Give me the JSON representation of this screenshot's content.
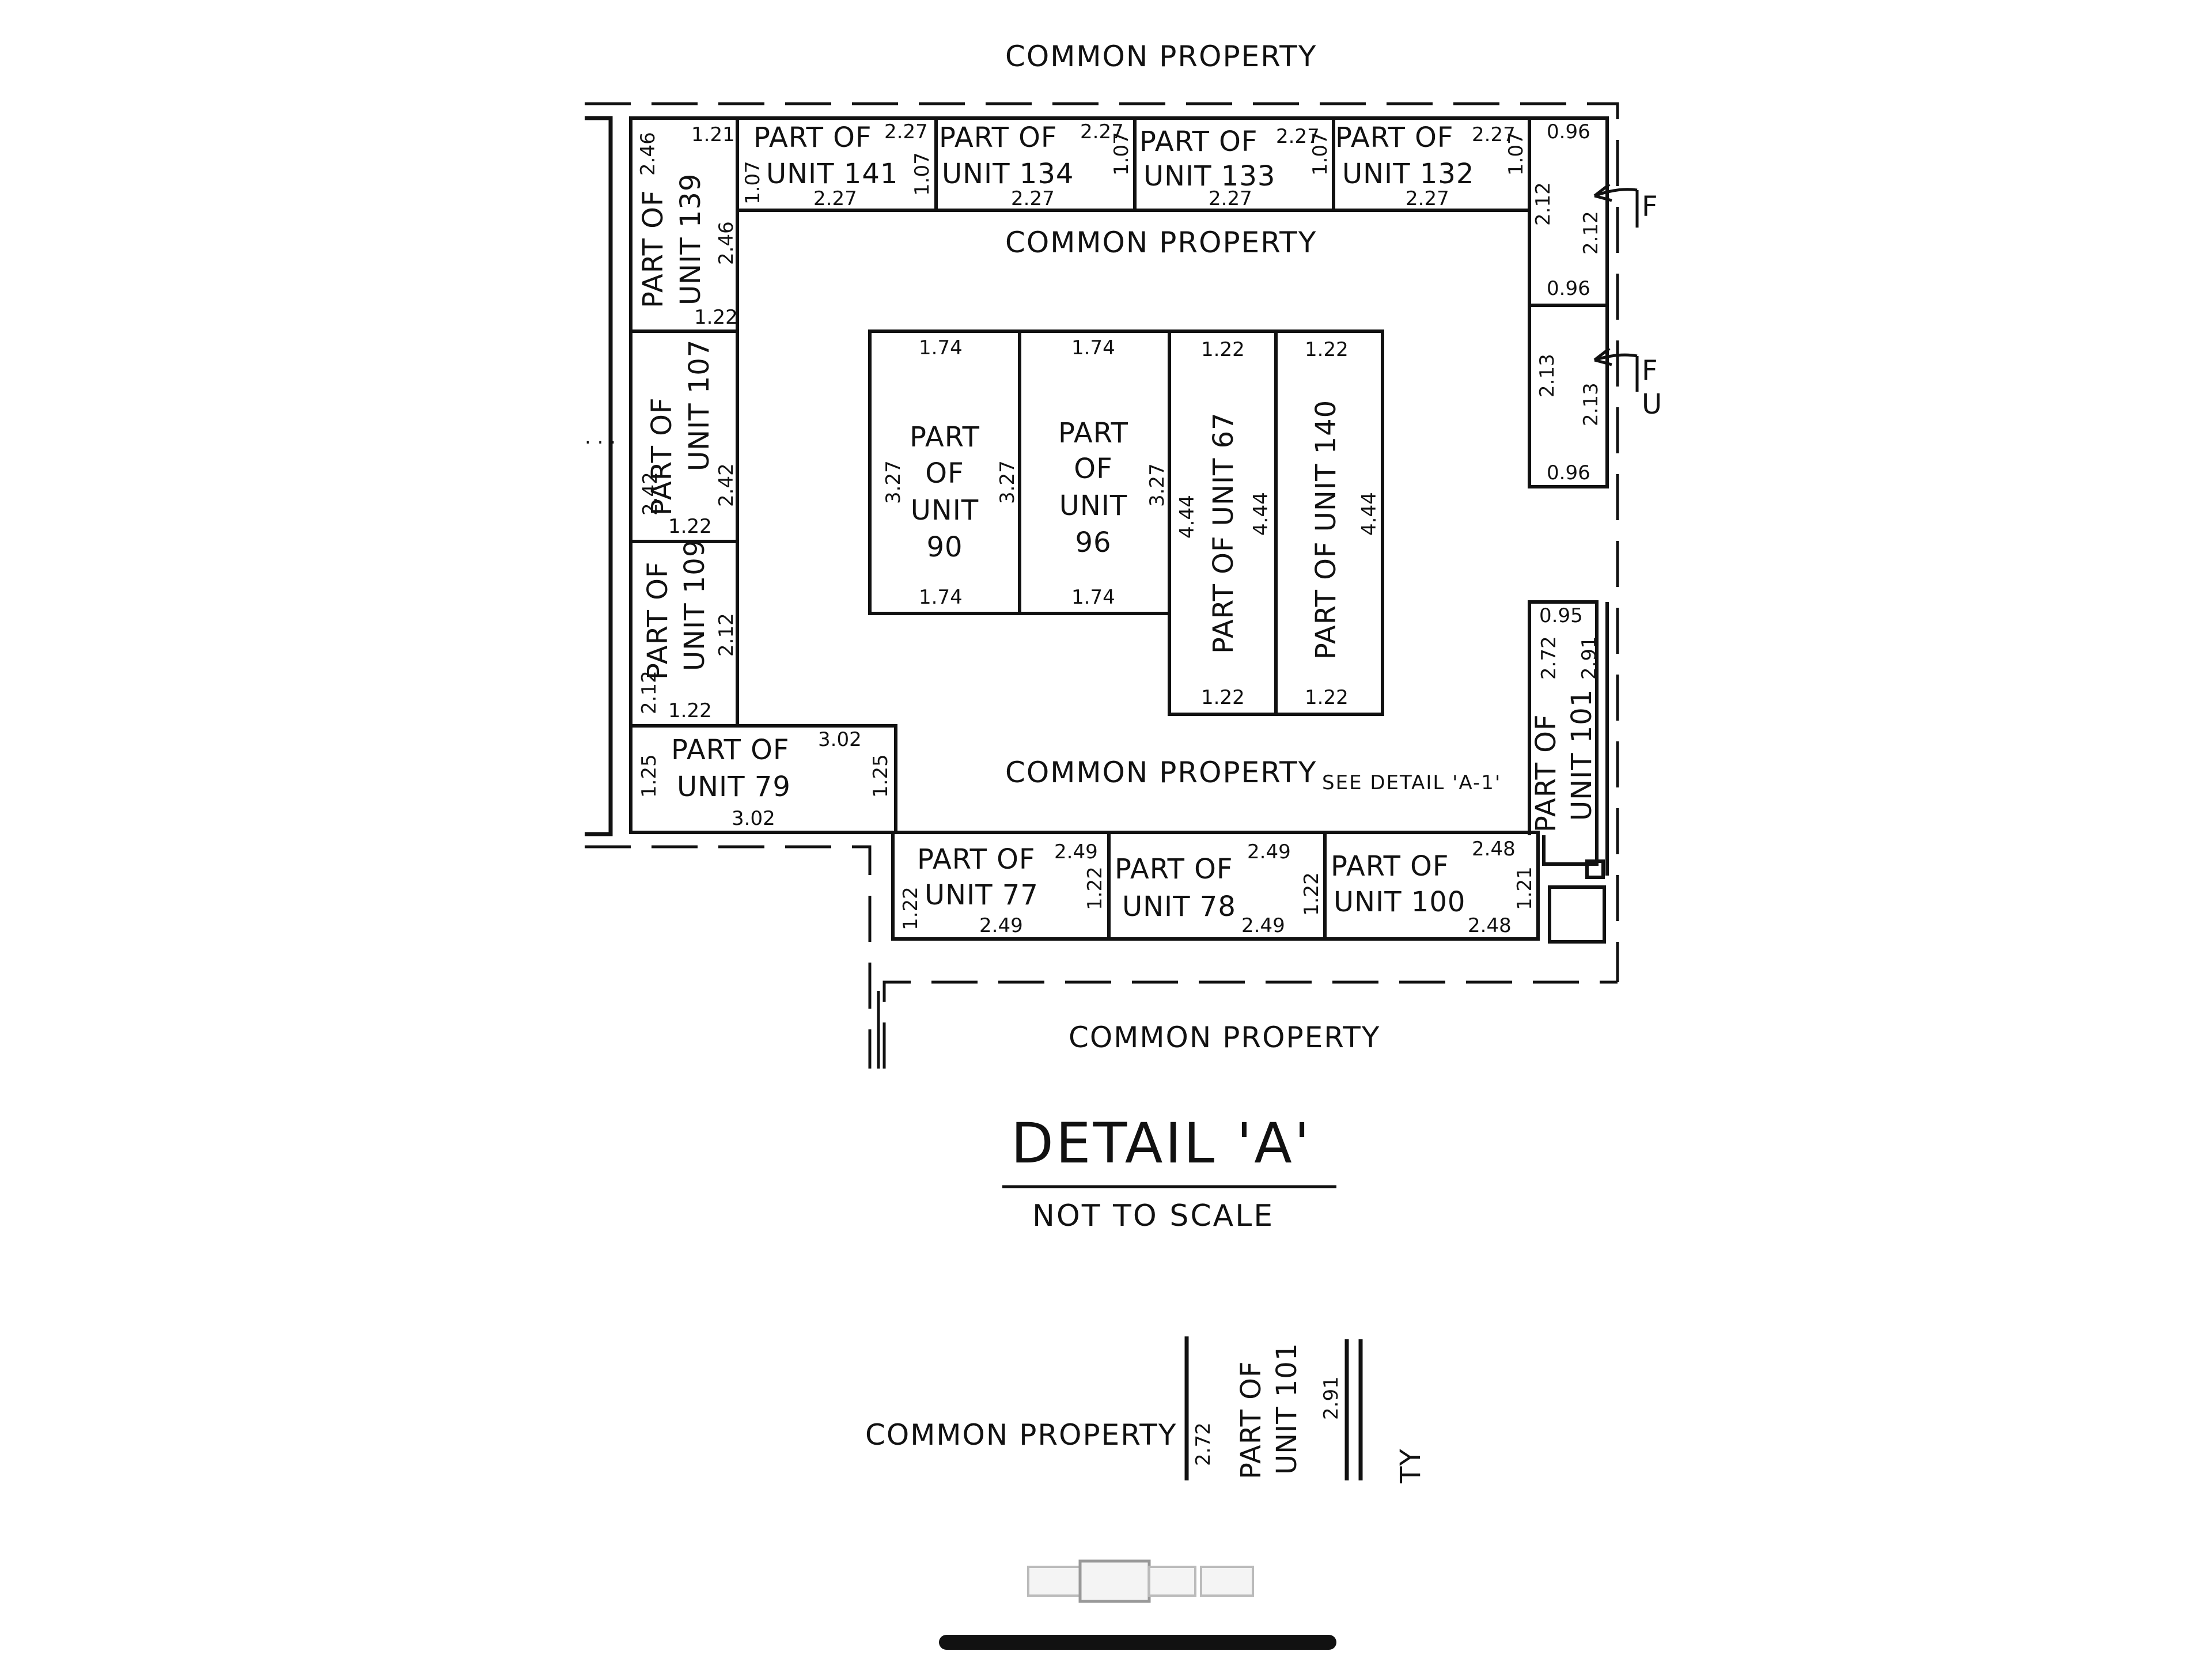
{
  "common_property": "COMMON PROPERTY",
  "see_detail": "SEE DETAIL 'A-1'",
  "title": "DETAIL 'A'",
  "subtitle": "NOT TO SCALE",
  "partial_letters": {
    "f1": "F",
    "f2": "F",
    "u": "U",
    "ty": "TY"
  },
  "units": {
    "u141": {
      "line1": "PART OF",
      "line2": "UNIT 141",
      "top": "2.27",
      "bottom": "2.27",
      "left": "1.07",
      "right": "1.07"
    },
    "u134": {
      "line1": "PART OF",
      "line2": "UNIT 134",
      "top": "2.27",
      "bottom": "2.27",
      "right": "1.07"
    },
    "u133": {
      "line1": "PART OF",
      "line2": "UNIT 133",
      "top": "2.27",
      "bottom": "2.27",
      "right": "1.07"
    },
    "u132": {
      "line1": "PART OF",
      "line2": "UNIT 132",
      "top": "2.27",
      "bottom": "2.27",
      "right": "1.07"
    },
    "u139": {
      "line1": "PART OF",
      "line2": "UNIT 139",
      "top": "1.21",
      "bottom": "1.22",
      "left": "2.46",
      "right": "2.46"
    },
    "u107": {
      "line1": "PART OF",
      "line2": "UNIT 107",
      "bottom": "1.22",
      "left": "2.42",
      "right": "2.42"
    },
    "u109": {
      "line1": "PART OF",
      "line2": "UNIT 109",
      "bottom": "1.22",
      "left": "2.12",
      "right": "2.12"
    },
    "u79": {
      "line1": "PART OF",
      "line2": "UNIT 79",
      "top": "3.02",
      "bottom": "3.02",
      "left": "1.25",
      "right": "1.25"
    },
    "u90": {
      "lines": [
        "PART",
        "OF",
        "UNIT",
        "90"
      ],
      "top": "1.74",
      "bottom": "1.74",
      "left": "3.27",
      "right": "3.27"
    },
    "u96": {
      "lines": [
        "PART",
        "OF",
        "UNIT",
        "96"
      ],
      "top": "1.74",
      "bottom": "1.74",
      "left": "3.27"
    },
    "u67": {
      "label": "PART OF UNIT 67",
      "top": "1.22",
      "bottom": "1.22",
      "left": "4.44",
      "right": "4.44"
    },
    "u140": {
      "label": "PART OF UNIT 140",
      "top": "1.22",
      "bottom": "1.22",
      "right": "4.44"
    },
    "u77": {
      "line1": "PART OF",
      "line2": "UNIT 77",
      "top": "2.49",
      "bottom": "2.49",
      "left": "1.22",
      "right": "1.22"
    },
    "u78": {
      "line1": "PART OF",
      "line2": "UNIT 78",
      "top": "2.49",
      "bottom": "2.49",
      "right": "1.22"
    },
    "u100": {
      "line1": "PART OF",
      "line2": "UNIT 100",
      "top": "2.48",
      "bottom": "2.48",
      "right": "1.21"
    },
    "u101": {
      "line1": "PART OF",
      "line2": "UNIT 101",
      "top": "0.95",
      "left": "2.72",
      "right": "2.91"
    },
    "rtop": {
      "top": "0.96",
      "bottom": "0.96",
      "left": "2.12",
      "right": "2.12"
    },
    "rmid": {
      "bottom": "0.96",
      "left": "2.13",
      "right": "2.13"
    }
  },
  "detail_a1": {
    "common_property": "COMMON PROPERTY",
    "left": "2.72",
    "line1": "PART OF",
    "line2": "UNIT 101",
    "right": "2.91"
  }
}
